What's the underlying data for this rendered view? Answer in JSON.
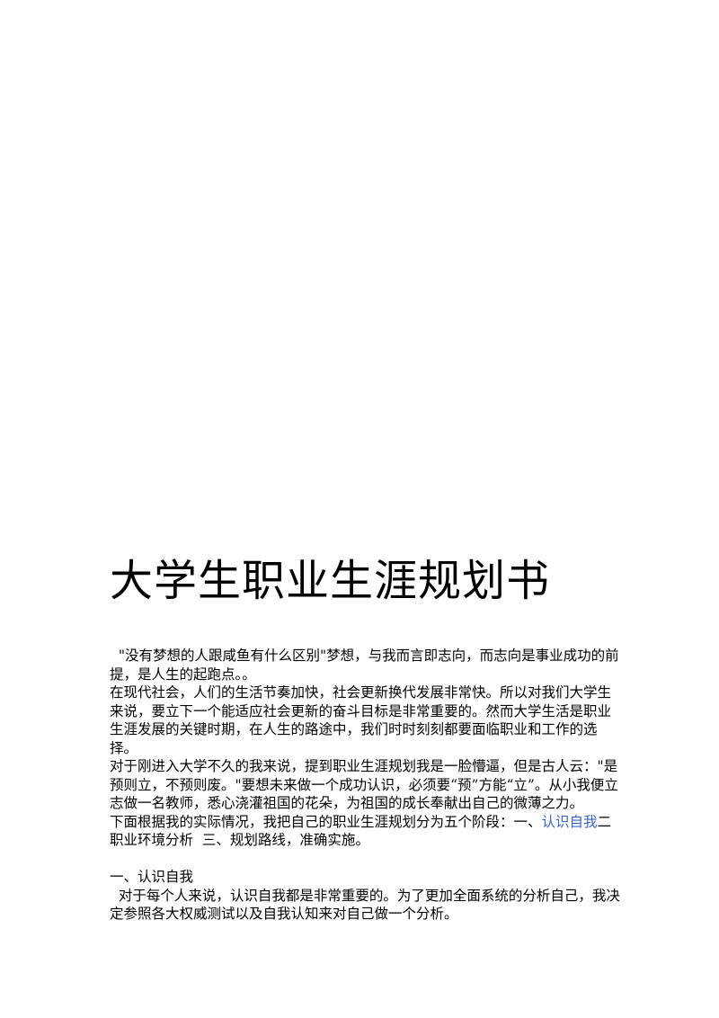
{
  "document": {
    "title": "大学生职业生涯规划书",
    "intro": [
      "  \"没有梦想的人跟咸鱼有什么区别\"梦想，与我而言即志向，而志向是事业成功的前提，是人生的起跑点。。",
      "在现代社会，人们的生活节奏加快，社会更新换代发展非常快。所以对我们大学生来说，要立下一个能适应社会更新的奋斗目标是非常重要的。然而大学生活是职业生涯发展的关键时期，在人生的路途中，我们时时刻刻都要面临职业和工作的选择。",
      "对于刚进入大学不久的我来说，提到职业生涯规划我是一脸懵逼，但是古人云：\"是预则立，不预则废。\"要想未来做一个成功认识，必须要“预”方能“立”。从小我便立志做一名教师，悉心浇灌祖国的花朵，为祖国的成长奉献出自己的微薄之力。"
    ],
    "stages": {
      "before": "下面根据我的实际情况，我把自己的职业生涯规划分为五个阶段：一、",
      "link": "认识自我",
      "after": "二职业环境分析  三、规划路线，准确实施。"
    },
    "section_heading": "一、认识自我",
    "section_body": "  对于每个人来说，认识自我都是非常重要的。为了更加全面系统的分析自己，我决定参照各大权威测试以及自我认知来对自己做一个分析。"
  }
}
